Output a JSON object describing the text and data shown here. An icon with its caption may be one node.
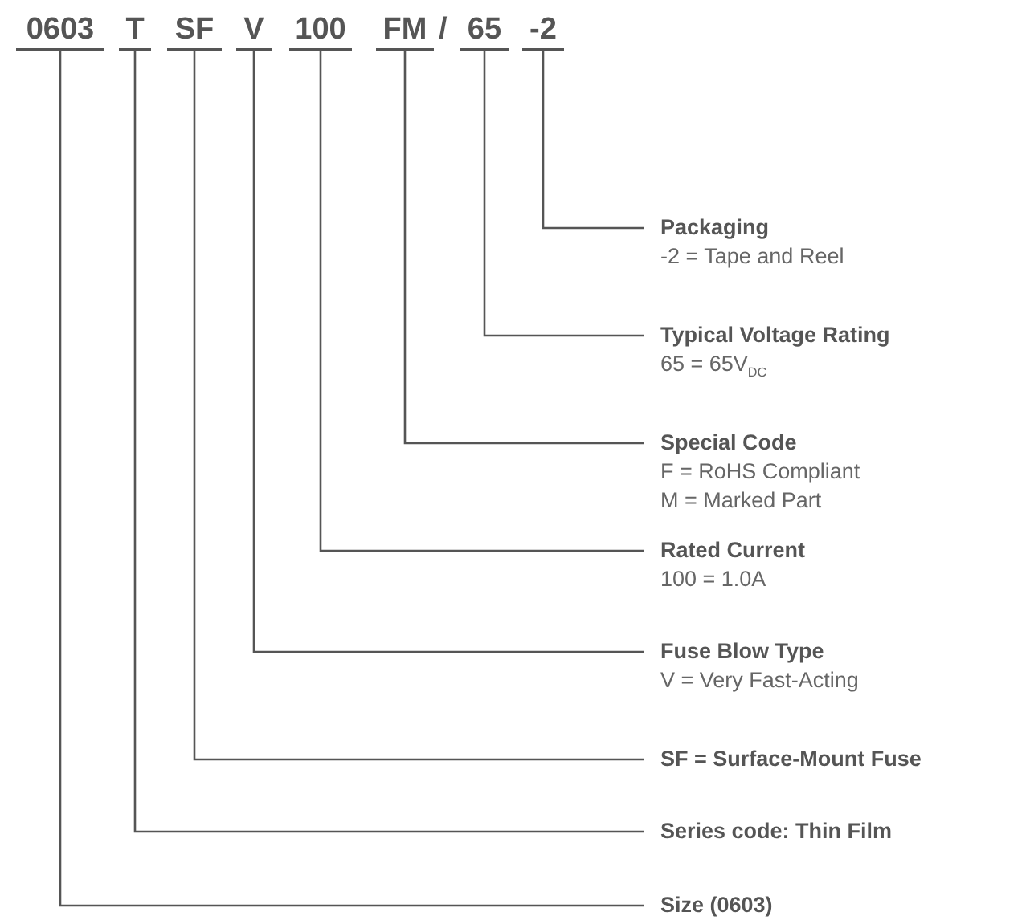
{
  "diagram": {
    "nodes": [
      {
        "text": [
          "0603"
        ]
      },
      {
        "text": [
          "T"
        ]
      },
      {
        "text": [
          "SF"
        ]
      },
      {
        "text": [
          "V"
        ]
      },
      {
        "text": [
          "100"
        ]
      },
      {
        "text": [
          "FM"
        ]
      },
      {
        "text": [
          "65"
        ]
      },
      {
        "text": [
          "-2"
        ]
      },
      {
        "text": [
          "Packaging",
          "-2 = Tape and Reel"
        ]
      },
      {
        "text": [
          "Typical Voltage Rating",
          "65 = 65V$_{DC}$"
        ]
      },
      {
        "text": [
          "Special Code",
          "F = RoHS Compliant",
          "M = Marked Part"
        ]
      },
      {
        "text": [
          "Rated Current",
          "100 = 1.0A"
        ]
      },
      {
        "text": [
          "Fuse Blow Type",
          "V = Very Fast-Acting"
        ]
      },
      {
        "text": [
          "SF = Surface-Mount Fuse"
        ]
      },
      {
        "text": [
          "Series code: Thin Film"
        ]
      },
      {
        "text": [
          "Size (0603)"
        ]
      }
    ],
    "edges": [
      {
        "from": 7,
        "to": 8,
        "arrow": "none"
      },
      {
        "from": 6,
        "to": 9,
        "arrow": "none"
      },
      {
        "from": 5,
        "to": 10,
        "arrow": "none"
      },
      {
        "from": 4,
        "to": 11,
        "arrow": "none"
      },
      {
        "from": 3,
        "to": 12,
        "arrow": "none"
      },
      {
        "from": 2,
        "to": 13,
        "arrow": "none"
      },
      {
        "from": 1,
        "to": 14,
        "arrow": "none"
      },
      {
        "from": 0,
        "to": 15,
        "arrow": "none"
      }
    ],
    "labels": [
      "/"
    ]
  }
}
